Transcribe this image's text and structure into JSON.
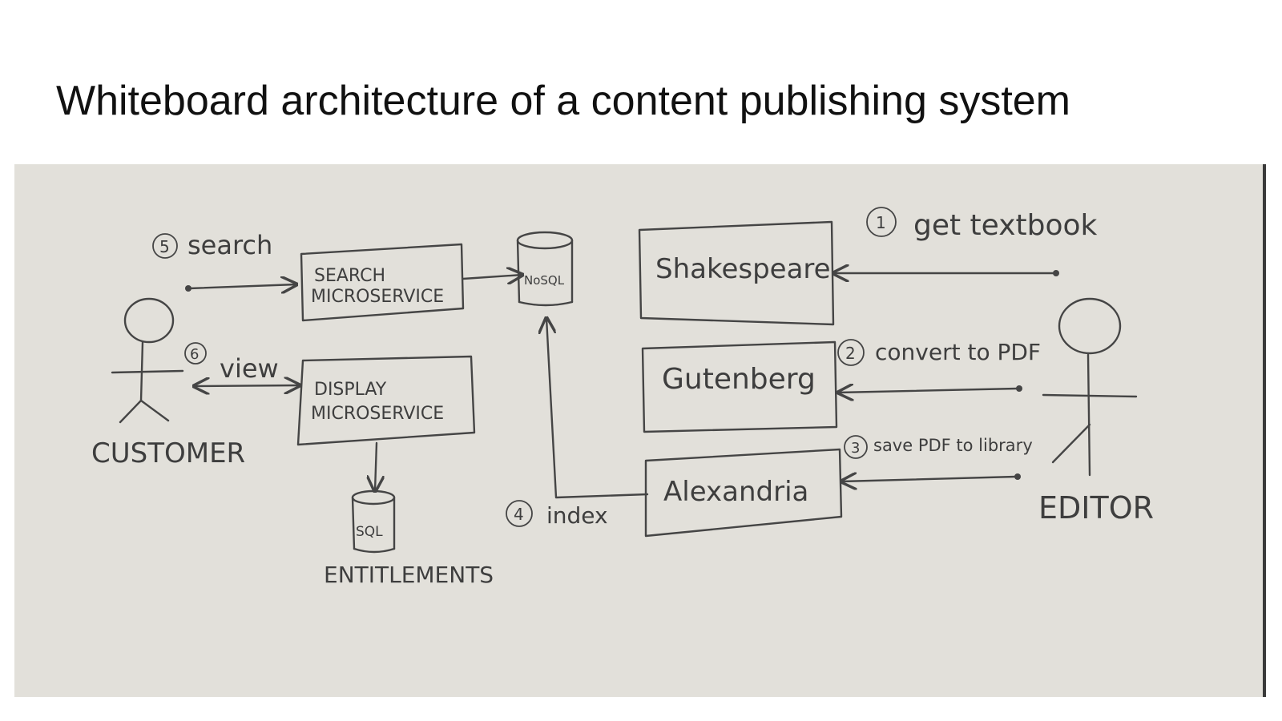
{
  "title": "Whiteboard architecture of a content publishing system",
  "actors": {
    "customer": "CUSTOMER",
    "editor": "EDITOR"
  },
  "services": {
    "search": [
      "SEARCH",
      "MICROSERVICE"
    ],
    "display": [
      "DISPLAY",
      "MICROSERVICE"
    ],
    "shakespeare": "Shakespeare",
    "gutenberg": "Gutenberg",
    "alexandria": "Alexandria"
  },
  "databases": {
    "nosql": "NoSQL",
    "sql": "SQL",
    "entitlements": "ENTITLEMENTS"
  },
  "steps": {
    "s1": {
      "num": "1",
      "label": "get textbook"
    },
    "s2": {
      "num": "2",
      "label": "convert to PDF"
    },
    "s3": {
      "num": "3",
      "label": "save PDF to library"
    },
    "s4": {
      "num": "4",
      "label": "index"
    },
    "s5": {
      "num": "5",
      "label": "search"
    },
    "s6": {
      "num": "6",
      "label": "view"
    }
  },
  "colors": {
    "board": "#e2e0da",
    "marker": "#3e3e3e"
  }
}
